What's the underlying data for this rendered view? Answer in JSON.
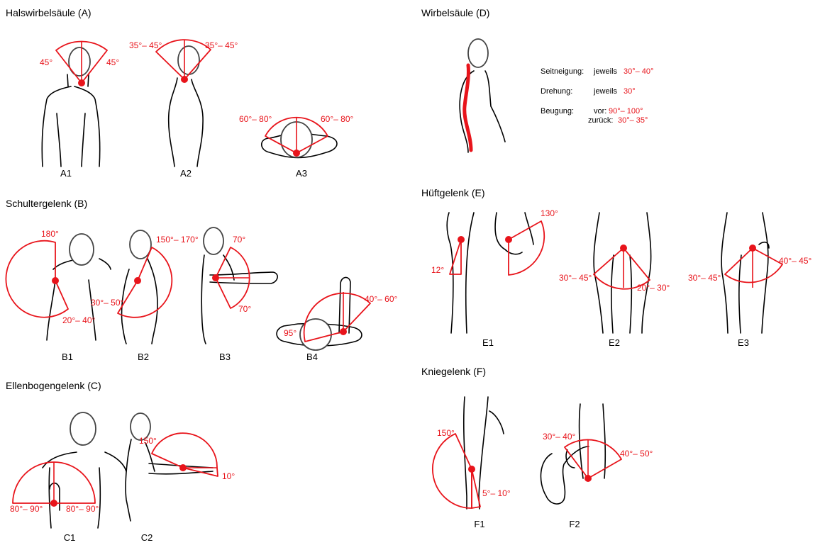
{
  "sections": {
    "A": {
      "title": "Halswirbelsäule (A)",
      "captions": [
        "A1",
        "A2",
        "A3"
      ]
    },
    "B": {
      "title": "Schultergelenk (B)",
      "captions": [
        "B1",
        "B2",
        "B3",
        "B4"
      ]
    },
    "C": {
      "title": "Ellenbogengelenk (C)",
      "captions": [
        "C1",
        "C2"
      ]
    },
    "D": {
      "title": "Wirbelsäule (D)"
    },
    "E": {
      "title": "Hüftgelenk (E)",
      "captions": [
        "E1",
        "E2",
        "E3"
      ]
    },
    "F": {
      "title": "Kniegelenk (F)",
      "captions": [
        "F1",
        "F2"
      ]
    }
  },
  "angles": {
    "a1_left": "45°",
    "a1_right": "45°",
    "a2_left": "35°– 45°",
    "a2_right": "35°– 45°",
    "a3_left": "60°– 80°",
    "a3_right": "60°– 80°",
    "b1_top": "180°",
    "b1_bottom": "20°– 40°",
    "b2_top": "150°– 170°",
    "b2_bottom": "30°– 50°",
    "b3_top": "70°",
    "b3_bottom": "70°",
    "b4_right": "40°– 60°",
    "b4_left": "95°",
    "c1_left": "80°– 90°",
    "c1_right": "80°– 90°",
    "c2_top": "150°",
    "c2_bottom": "10°",
    "e1_left": "12°",
    "e1_top": "130°",
    "e2_left": "30°– 45°",
    "e2_right": "20°– 30°",
    "e3_left": "30°– 45°",
    "e3_right": "40°– 45°",
    "f1_top": "150°",
    "f1_bottom": "5°– 10°",
    "f2_top": "30°– 40°",
    "f2_right": "40°– 50°"
  },
  "spine_info": {
    "seitneigung_label": "Seitneigung:",
    "seitneigung_prefix": "jeweils",
    "seitneigung_value": "30°– 40°",
    "drehung_label": "Drehung:",
    "drehung_prefix": "jeweils",
    "drehung_value": "30°",
    "beugung_label": "Beugung:",
    "vor_label": "vor:",
    "vor_value": "90°– 100°",
    "zurueck_label": "zurück:",
    "zurueck_value": "30°– 35°"
  },
  "colors": {
    "accent": "#e8141b",
    "outline": "#000000"
  }
}
